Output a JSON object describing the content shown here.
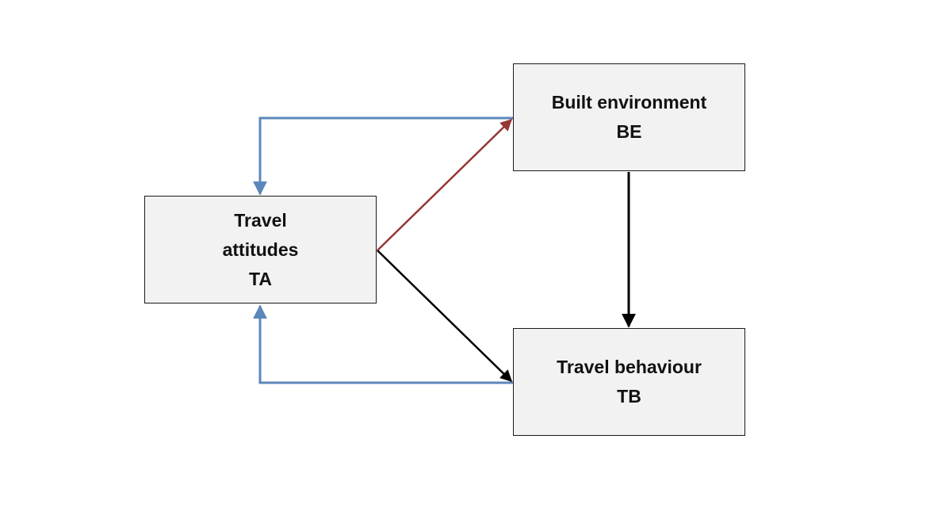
{
  "nodes": {
    "ta": {
      "lines": [
        "Travel",
        "attitudes",
        "TA"
      ]
    },
    "be": {
      "lines": [
        "Built environment",
        "BE"
      ]
    },
    "tb": {
      "lines": [
        "Travel behaviour",
        "TB"
      ]
    }
  },
  "edges": [
    {
      "from": "be",
      "to": "ta",
      "color": "#5b87bb",
      "style": "elbow"
    },
    {
      "from": "tb",
      "to": "ta",
      "color": "#5b87bb",
      "style": "elbow"
    },
    {
      "from": "ta",
      "to": "be",
      "color": "#953735",
      "style": "straight"
    },
    {
      "from": "ta",
      "to": "tb",
      "color": "#000000",
      "style": "straight"
    },
    {
      "from": "be",
      "to": "tb",
      "color": "#000000",
      "style": "straight"
    }
  ]
}
